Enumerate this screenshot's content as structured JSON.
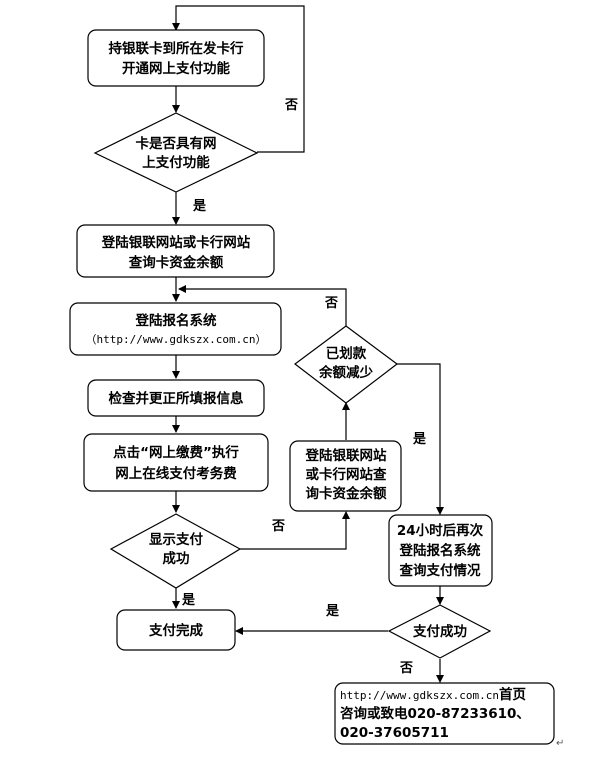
{
  "nodes": {
    "open_online_payment": [
      "持银联卡到所在发卡行",
      "开通网上支付功能"
    ],
    "has_online_payment": [
      "卡是否具有网",
      "上支付功能"
    ],
    "check_balance_1": [
      "登陆银联网站或卡行网站",
      "查询卡资金余额"
    ],
    "login_system": [
      "登陆报名系统"
    ],
    "login_url": "（http://www.gdkszx.com.cn）",
    "check_info": [
      "检查并更正所填报信息"
    ],
    "click_pay": [
      "点击“网上缴费”执行",
      "网上在线支付考务费"
    ],
    "display_success": [
      "显示支付",
      "成功"
    ],
    "payment_complete": [
      "支付完成"
    ],
    "balance_reduced": [
      "已划款",
      "余额减少"
    ],
    "check_balance_2": [
      "登陆银联网站",
      "或卡行网站查",
      "询卡资金余额"
    ],
    "recheck_24h": [
      "24小时后再次",
      "登陆报名系统",
      "查询支付情况"
    ],
    "payment_success": [
      "支付成功"
    ],
    "contact": {
      "url": "http://www.gdkszx.com.cn",
      "line1_suffix": "首页",
      "line2": "咨询或致电020-87233610、",
      "line3": "020-37605711"
    }
  },
  "edge_labels": {
    "no_top": "否",
    "yes_after_check": "是",
    "no_balance": "否",
    "yes_balance": "是",
    "no_display": "否",
    "yes_display": "是",
    "yes_success": "是",
    "no_success": "否"
  },
  "trailing_mark": "↵"
}
